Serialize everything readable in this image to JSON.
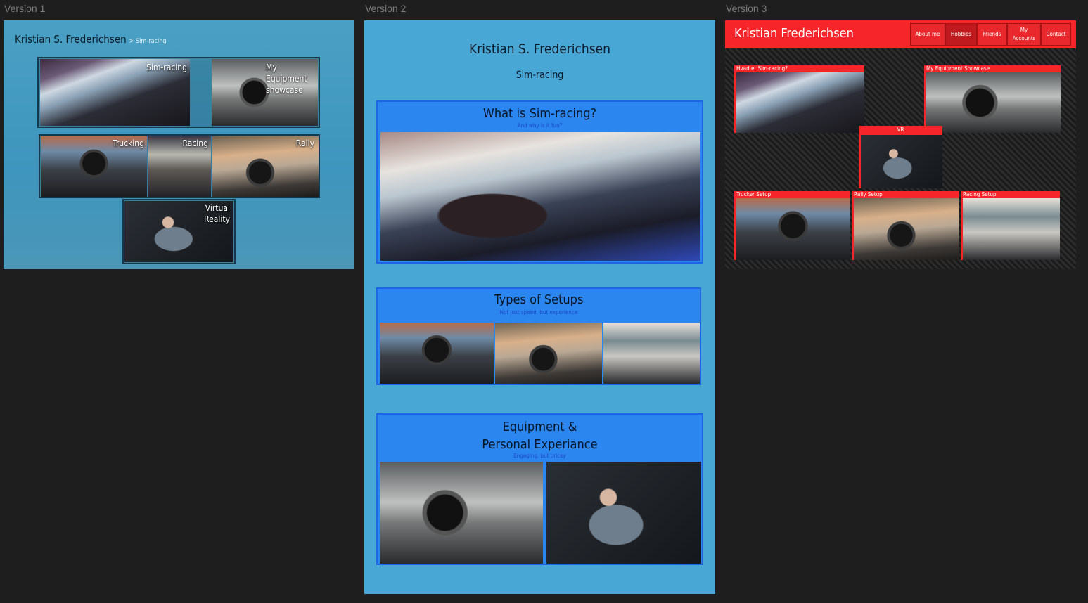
{
  "versions": [
    "Version 1",
    "Version 2",
    "Version 3"
  ],
  "v1": {
    "title": "Kristian S. Frederichsen",
    "breadcrumb": "> Sim-racing",
    "tiles": {
      "simracing": "Sim-racing",
      "equipment": "My Equipment showcase",
      "trucking": "Trucking",
      "racing": "Racing",
      "rally": "Rally",
      "vr": "Virtual Reality"
    }
  },
  "v2": {
    "title": "Kristian S. Frederichsen",
    "subtitle": "Sim-racing",
    "sections": {
      "what": {
        "heading": "What is Sim-racing?",
        "sub": "And why is it fun?"
      },
      "types": {
        "heading": "Types of Setups",
        "sub": "Not just speed, but experience"
      },
      "equip": {
        "heading_1": "Equipment &",
        "heading_2": "Personal Experiance",
        "sub": "Engaging, but pricey"
      }
    }
  },
  "v3": {
    "brand": "Kristian Frederichsen",
    "nav": [
      "About me",
      "Hobbies",
      "Friends",
      "My Accounts",
      "Contact"
    ],
    "cards": {
      "what": "Hvad er Sim-racing?",
      "equipment": "My Equipment Showcase",
      "vr": "VR",
      "trucker": "Trucker Setup",
      "rally": "Rally Setup",
      "racing": "Racing Setup"
    }
  }
}
